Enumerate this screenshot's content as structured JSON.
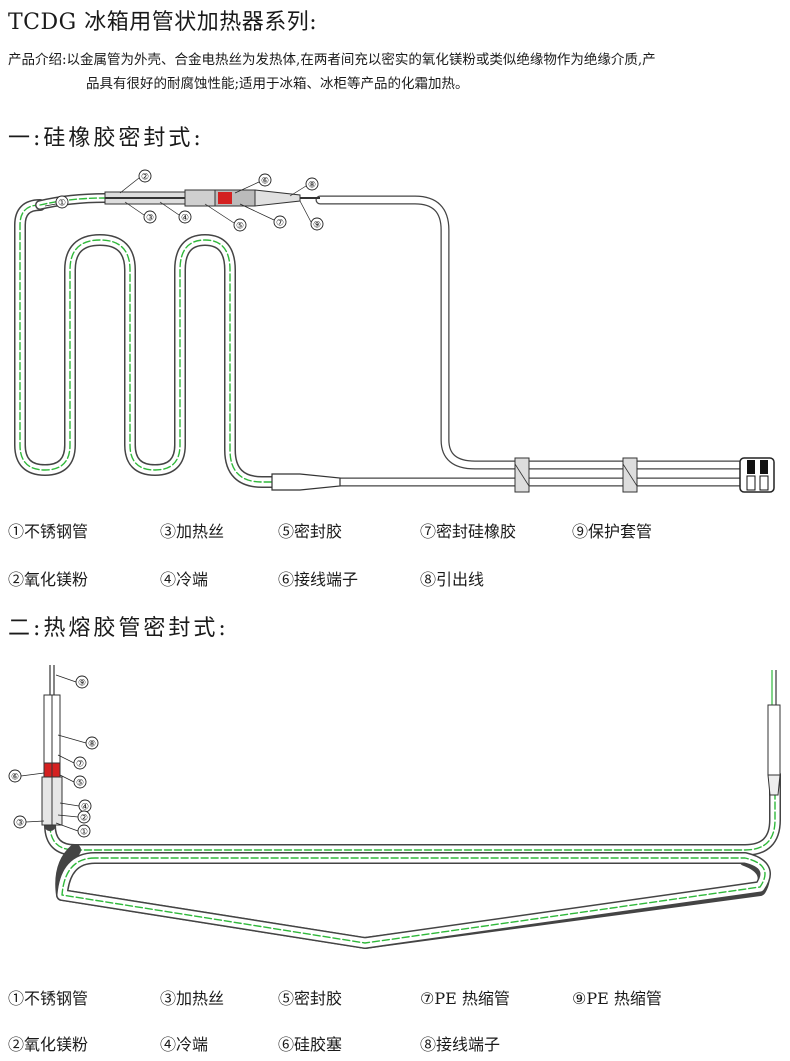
{
  "header": {
    "title": "TCDG 冰箱用管状加热器系列:",
    "intro_line1": "产品介绍:以金属管为外壳、合金电热丝为发热体,在两者间充以密实的氧化镁粉或类似绝缘物作为绝缘介质,产",
    "intro_line2": "品具有很好的耐腐蚀性能;适用于冰箱、冰柜等产品的化霜加热。"
  },
  "section1": {
    "title": "一:硅橡胶密封式:",
    "callouts": [
      "①",
      "②",
      "③",
      "④",
      "⑤",
      "⑥",
      "⑦",
      "⑧",
      "⑨"
    ],
    "legend": [
      "①不锈钢管",
      "③加热丝",
      "⑤密封胶",
      "⑦密封硅橡胶",
      "⑨保护套管",
      "②氧化镁粉",
      "④冷端",
      "⑥接线端子",
      "⑧引出线"
    ]
  },
  "section2": {
    "title": "二:热熔胶管密封式:",
    "callouts": [
      "①",
      "②",
      "③",
      "④",
      "⑤",
      "⑥",
      "⑦",
      "⑧",
      "⑨"
    ],
    "legend": [
      "①不锈钢管",
      "③加热丝",
      "⑤密封胶",
      "⑦PE 热缩管",
      "⑨PE 热缩管",
      "②氧化镁粉",
      "④冷端",
      "⑥硅胶塞",
      "⑧接线端子"
    ]
  },
  "colors": {
    "heater_wire": "#2fb83a",
    "seal_red": "#d42020",
    "line": "#333333"
  }
}
